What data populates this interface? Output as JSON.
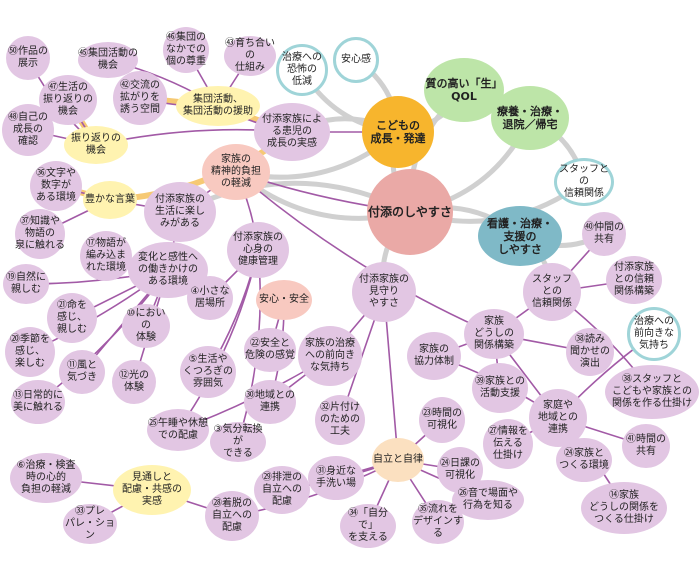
{
  "nodes": {
    "n50": "㊿作品の\n展示",
    "n45": "㊺集団活動の\n機会",
    "n46": "㊻集団の\nなかでの\n個の尊重",
    "n43": "㊸育ち合いの\n仕組み",
    "fear": "治療への\n恐怖の\n低減",
    "anshin": "安心感",
    "n47": "㊼生活の\n振り返りの\n機会",
    "n42": "㊷交流の\n拡がりを\n誘う空間",
    "shudan": "集団活動、\n集団活動の援助",
    "qol": "質の高い「生」\nQOL",
    "n48": "㊽自己の\n成長の\n確認",
    "furikaeri": "振り返りの\n機会",
    "jiritsu_kaku": "付添家族によ\nる患児の\n成長の実感",
    "kodomo": "こどもの\n成長・発達",
    "ryoyo": "療養・治療・\n退院／帰宅",
    "n36": "㊱文字や\n数字が\nある環境",
    "seishin": "家族の\n精神的負担\nの軽減",
    "staff_rel": "スタッフとの\n信頼関係",
    "yutaka": "豊かな言葉",
    "tsukisoi_sei": "付添家族の\n生活に楽し\nみがある",
    "tsukisoi": "付添のしやすさ",
    "n37": "㊲知識や\n物語の\n泉に触れる",
    "n17": "⑰物語が\n編み込ま\nれた環境",
    "kango": "看護・治療・\n支援の\nしやすさ",
    "n40": "㊵仲間の\n共有",
    "henka": "変化と感性へ\nの働きかけの\nある環境",
    "kazoku_kokoro": "付添家族の\n心身の\n健康管理",
    "n19": "⑲自然に\n親しむ",
    "n21": "㉑命を\n感じ、\n親しむ",
    "kazoku_shinrai": "付添家族\nとの信頼\n関係構築",
    "staff_shinrai": "スタッフ\nとの\n信頼関係",
    "mimamori": "付添家族の\n見守り\nやすさ",
    "n4": "④小さな\n居場所",
    "anzen": "安心・安全",
    "n20": "⑳季節を\n感じ、\n楽しむ",
    "n10": "⑩においの\n体験",
    "kazoku_doushi": "家族\nどうしの\n関係構築",
    "n38": "㊳読み\n聞かせの\n演出",
    "zenmuki": "治療への\n前向きな\n気持ち",
    "n5": "⑤生活や\nくつろぎの\n雰囲気",
    "n22": "㉒安全と\n危険の感覚",
    "chiryo_zenmuki": "家族の治療\nへの前向き\nな気持ち",
    "kyoryoku": "家族の\n協力体制",
    "n11": "⑪風と\n気づき",
    "n12": "⑫光の\n体験",
    "n73": "㊳スタッフと\nこどもや家族との\n関係を作る仕掛け",
    "n39": "㊴家族との\n活動支援",
    "n13": "⑬日常的に\n美に触れる",
    "n30": "㉚地域との\n連携",
    "n32": "㉜片付け\nのための\n工夫",
    "n23": "㉓時間の\n可視化",
    "katei": "家庭や\n地域との\n連携",
    "n25": "㉕午睡や休憩\nでの配慮",
    "n3": "③気分転換が\nできる",
    "n27": "㉗情報を\n伝える\n仕掛け",
    "n41": "㊶時間の\n共有",
    "n24": "㉔家族と\nつくる環境",
    "n6": "⑥治療・検査\n時の心的\n負担の軽減",
    "jiritsu": "自立と自律",
    "n24b": "㉔日課の\n可視化",
    "mitoshi": "見通しと\n配慮・共感の\n実感",
    "n31": "㉛身近な\n手洗い場",
    "n29": "㉙排泄の\n自立への\n配慮",
    "n28": "㉘着脱の\n自立への\n配慮",
    "n26": "㉖音で場面や\n行為を知る",
    "n14": "⑭家族\nどうしの関係を\nつくる仕掛け",
    "n33": "㉝プレ\nパレ・ション",
    "n34": "㉞「自分で」\nを支える",
    "n35": "㉟流れを\nデザインする"
  },
  "colors": {
    "purple_line": "#a25aa6",
    "grey_curve": "#d0d0d0",
    "highlight": "#f6c974"
  }
}
